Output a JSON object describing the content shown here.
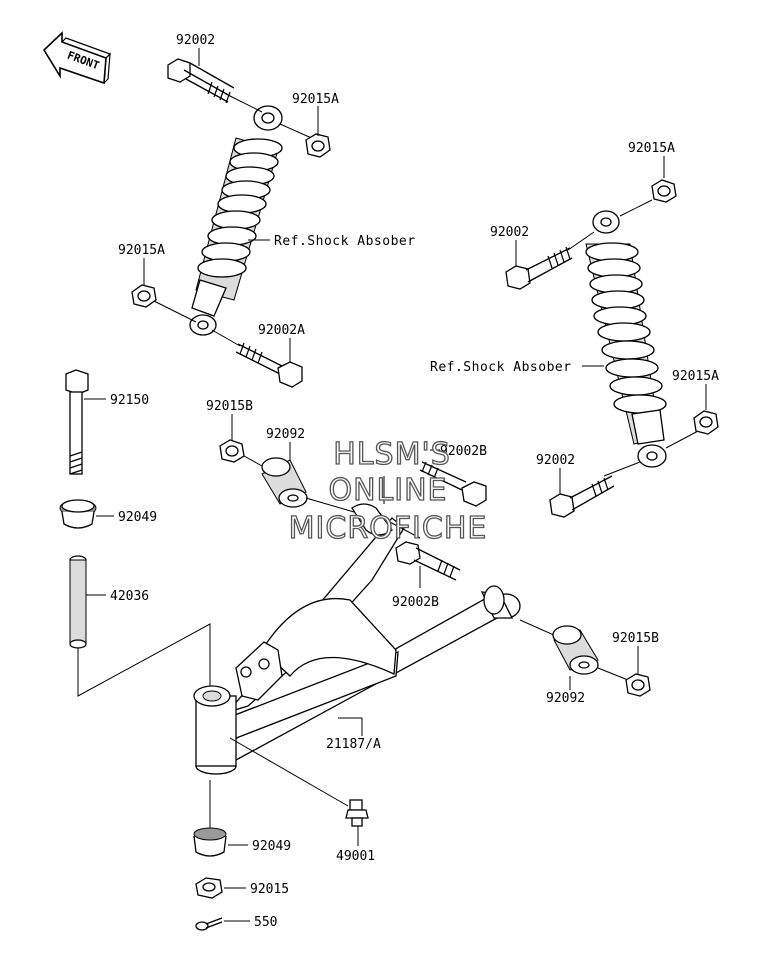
{
  "front_arrow": {
    "label": "FRONT"
  },
  "watermark": {
    "line1": "HLSM'S",
    "line2": "ONLINE",
    "line3": "MICROFICHE"
  },
  "parts": {
    "bolt_top_left": "92002",
    "nut_top_left": "92015A",
    "ref_left": "Ref.Shock Absober",
    "nut_left_lower": "92015A",
    "bolt_left_lower": "92002A",
    "bolt_long": "92150",
    "bushing_upper": "92049",
    "sleeve": "42036",
    "nut_arm_left": "92015B",
    "collar_left": "92092",
    "bolt_arm_center": "92002B",
    "bolt_arm_lower": "92002B",
    "arm": "21187/A",
    "grease_fitting": "49001",
    "bushing_lower": "92049",
    "nut_bottom": "92015",
    "cotter_pin": "550",
    "nut_top_right": "92015A",
    "bolt_top_right": "92002",
    "ref_right": "Ref.Shock Absober",
    "nut_right_lower": "92015A",
    "bolt_right_lower": "92002",
    "nut_arm_right": "92015B",
    "collar_right": "92092"
  }
}
